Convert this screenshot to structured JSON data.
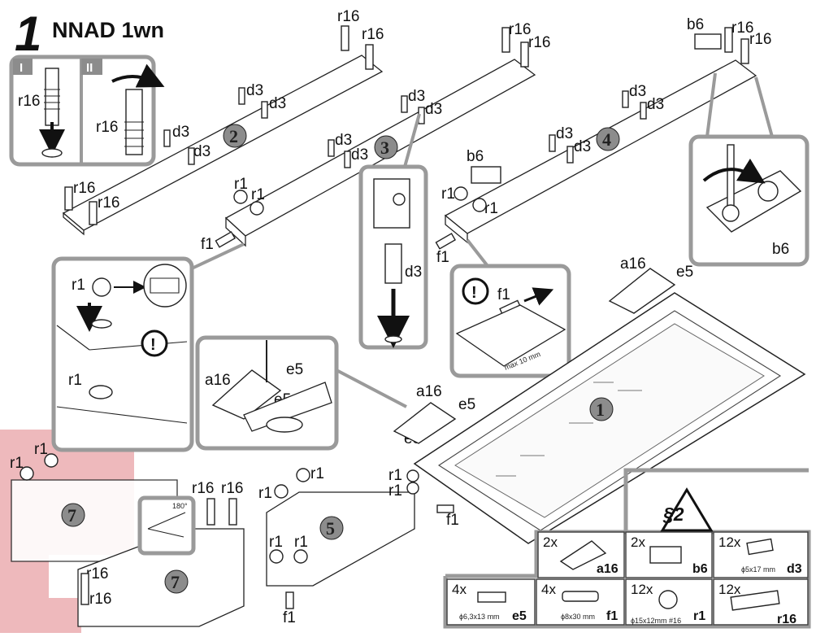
{
  "header": {
    "step_number": "1",
    "title": "NNAD 1wn"
  },
  "inset_labels": {
    "roman_one": "I",
    "roman_two": "II",
    "r16": "r16",
    "d3": "d3",
    "b6": "b6",
    "r1": "r1",
    "f1": "f1",
    "a16": "a16",
    "e5": "e5",
    "max_dim": "max 10 mm",
    "rot_angle": "180°"
  },
  "step_bubbles": [
    "1",
    "2",
    "3",
    "4",
    "5",
    "7",
    "7"
  ],
  "section_badge": "§2",
  "hardware": [
    {
      "qty": "2x",
      "code": "a16",
      "spec": ""
    },
    {
      "qty": "2x",
      "code": "b6",
      "spec": ""
    },
    {
      "qty": "12x",
      "code": "d3",
      "spec": "ϕ5x17 mm"
    },
    {
      "qty": "4x",
      "code": "e5",
      "spec": "ϕ6,3x13 mm"
    },
    {
      "qty": "4x",
      "code": "f1",
      "spec": "ϕ8x30 mm"
    },
    {
      "qty": "12x",
      "code": "r1",
      "spec": "ϕ15x12mm #16"
    },
    {
      "qty": "12x",
      "code": "r16",
      "spec": ""
    }
  ],
  "colors": {
    "frame_grey": "#9a9a9a",
    "bubble_grey": "#8c8c8c",
    "watermark_red": "#e8a2a6"
  },
  "icons": [
    "attention-icon",
    "rotate-arrow-icon",
    "down-arrow-icon",
    "warning-triangle-icon"
  ]
}
